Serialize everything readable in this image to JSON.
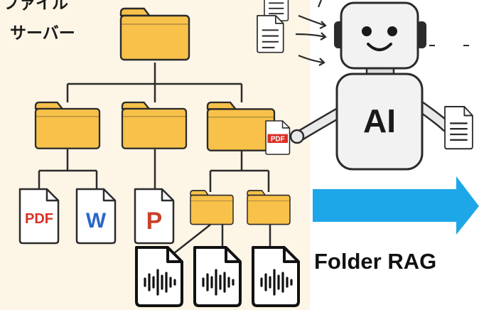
{
  "server_label": {
    "line1": "ファイル",
    "line2": "サーバー"
  },
  "file_badges": {
    "pdf": "PDF",
    "word": "W",
    "powerpoint": "P",
    "held_pdf": "PDF"
  },
  "robot": {
    "chest_label": "AI"
  },
  "action_label": "Folder RAG",
  "colors": {
    "folder_fill": "#f7c14a",
    "folder_stroke": "#2b2b2b",
    "arrow": "#1ea7e8",
    "background": "#fdf5e6",
    "pdf_red": "#d93025",
    "word_blue": "#2a66c9",
    "ppt_red": "#c8432b"
  },
  "icons": [
    "folder-icon",
    "pdf-file-icon",
    "word-file-icon",
    "powerpoint-file-icon",
    "audio-file-icon",
    "document-icon",
    "robot-icon",
    "right-arrow-icon"
  ]
}
